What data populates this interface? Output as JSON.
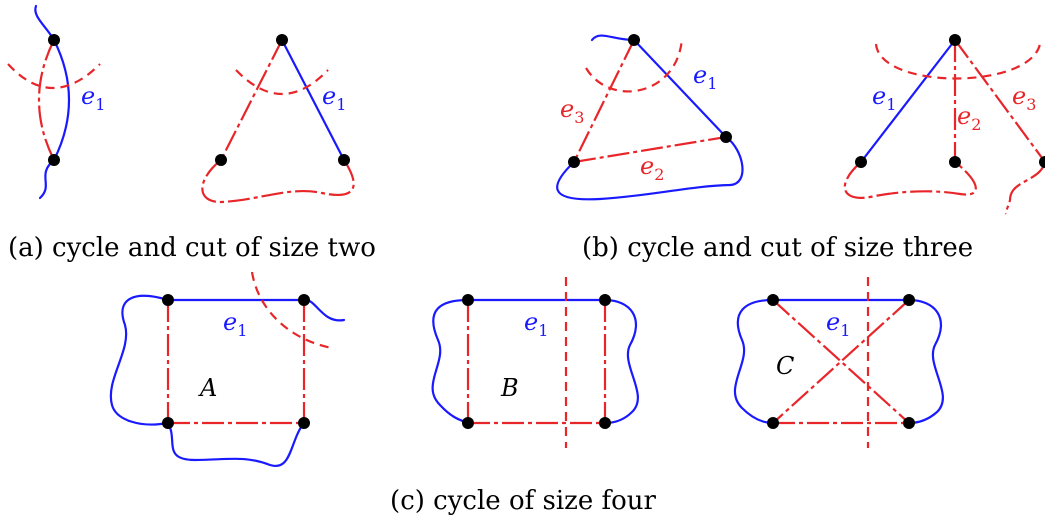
{
  "captions": {
    "a": "(a) cycle and cut of size two",
    "b": "(b) cycle and cut of size three",
    "c": "(c) cycle of size four"
  },
  "labels": {
    "e": "e",
    "sub1": "1",
    "sub2": "2",
    "sub3": "3",
    "A": "A",
    "B": "B",
    "C": "C"
  },
  "colors": {
    "cycle_edge": "#1a1aff",
    "cut_edge": "#e8262a",
    "node": "#000000"
  }
}
